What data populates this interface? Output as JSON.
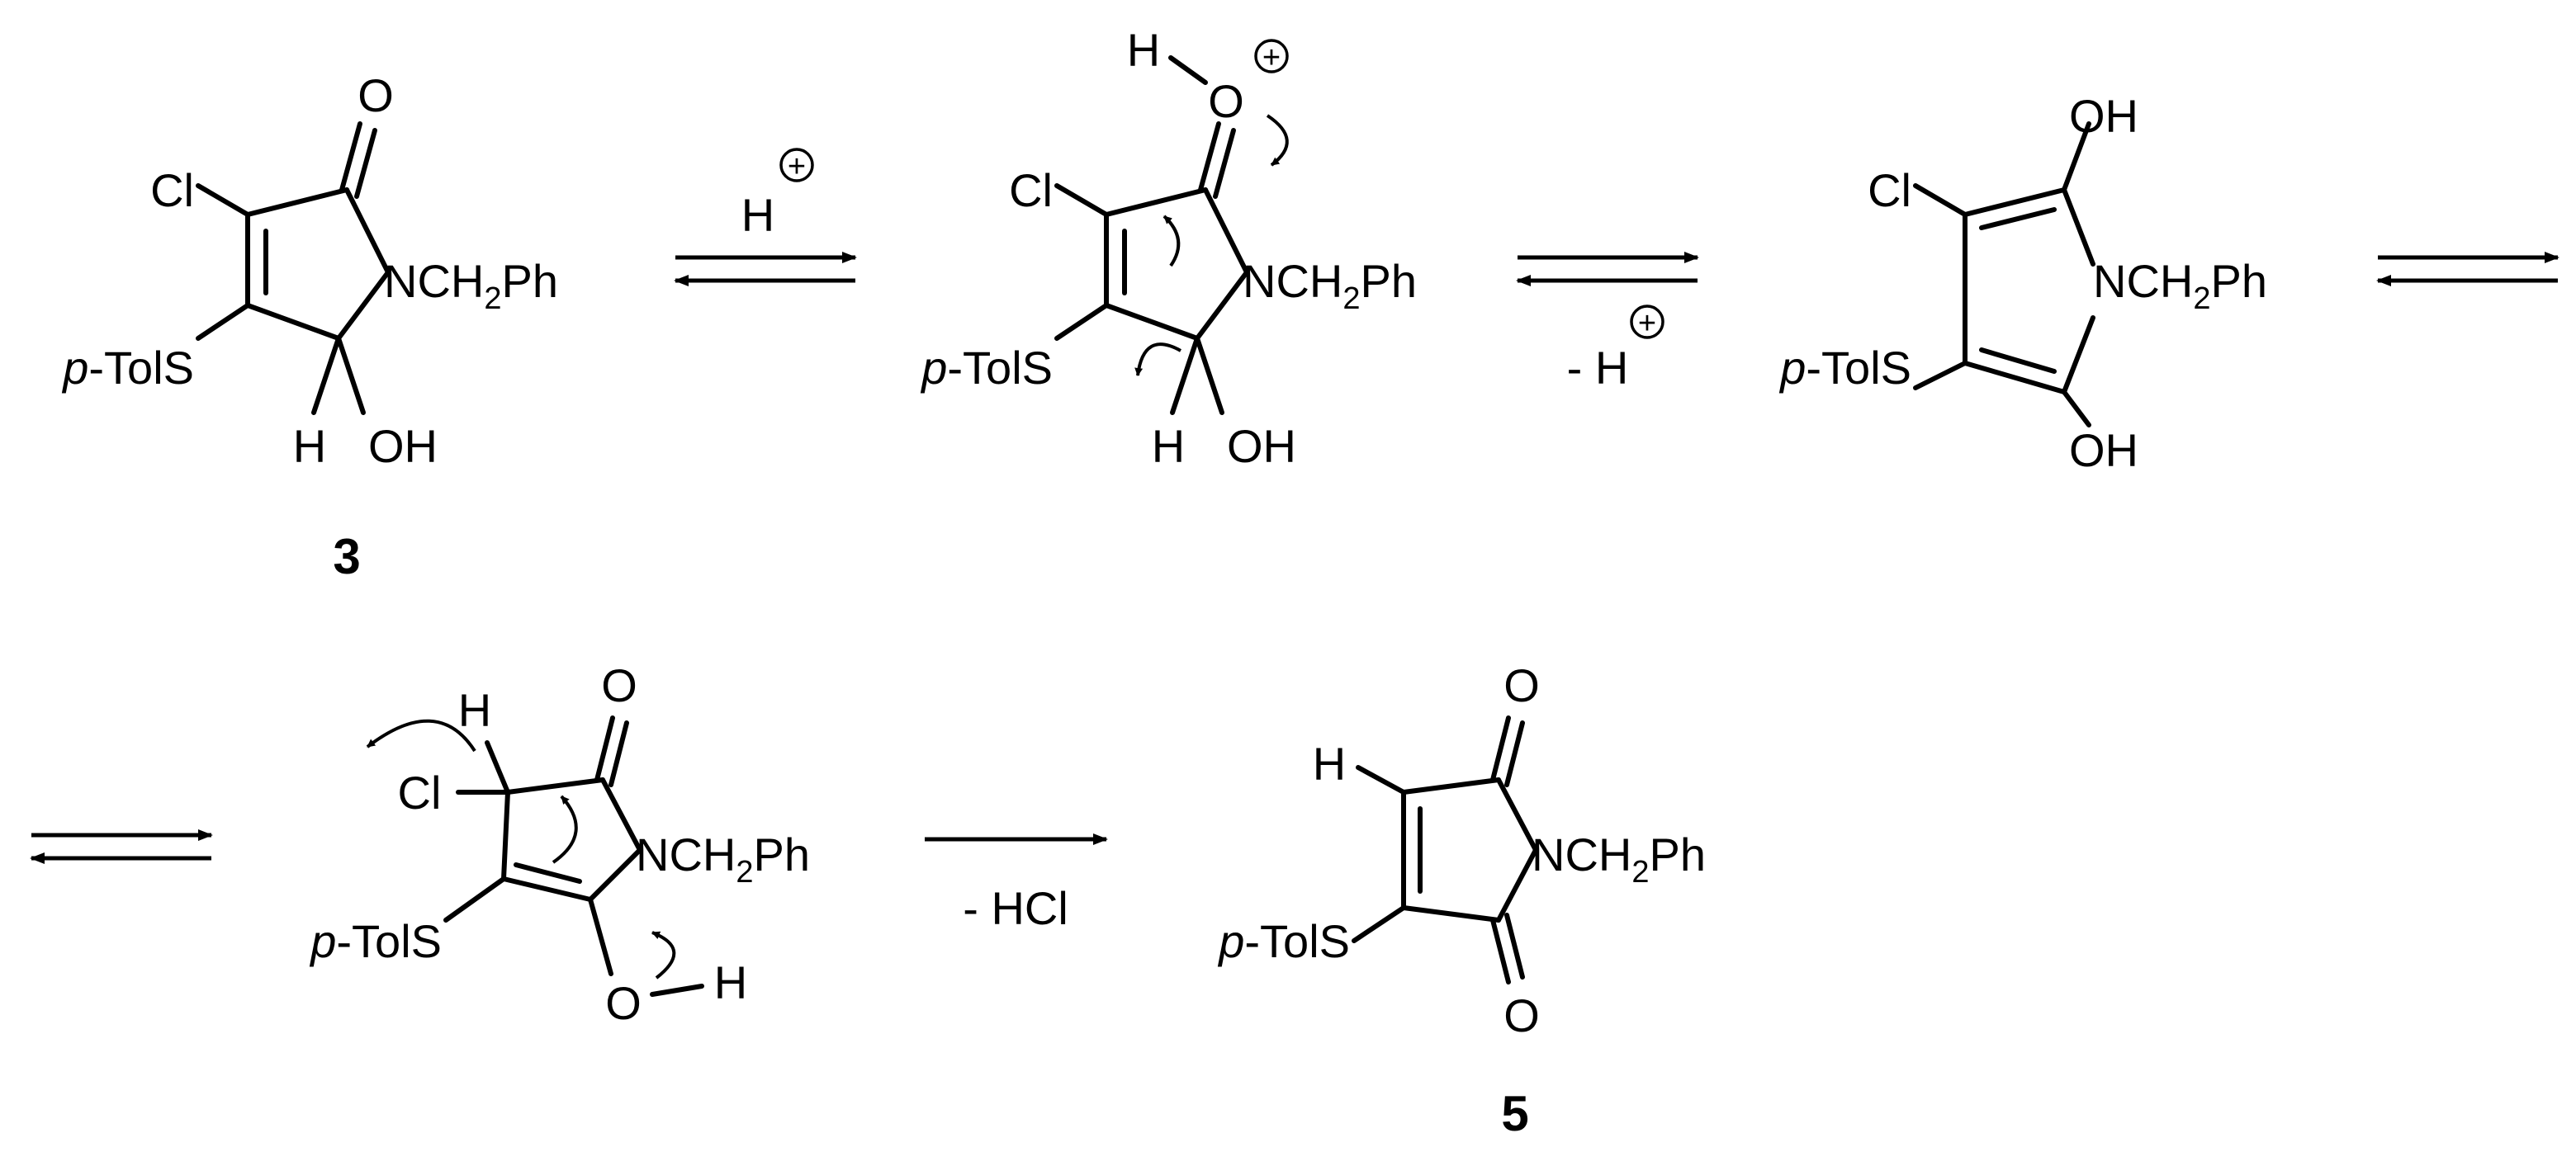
{
  "labels": {
    "cl": "Cl",
    "o": "O",
    "h": "H",
    "oh": "OH",
    "ho_h": "H",
    "ho_oh": "OH",
    "n": "NCH",
    "n_sub": "2",
    "ph": "Ph",
    "ptol_p": "p",
    "ptol_rest": "-TolS"
  },
  "reagents": {
    "step1_above": "H",
    "step2_below": "- H",
    "step4_below": "- HCl"
  },
  "charge_symbol": "+",
  "compounds": {
    "first": "3",
    "last": "5"
  }
}
